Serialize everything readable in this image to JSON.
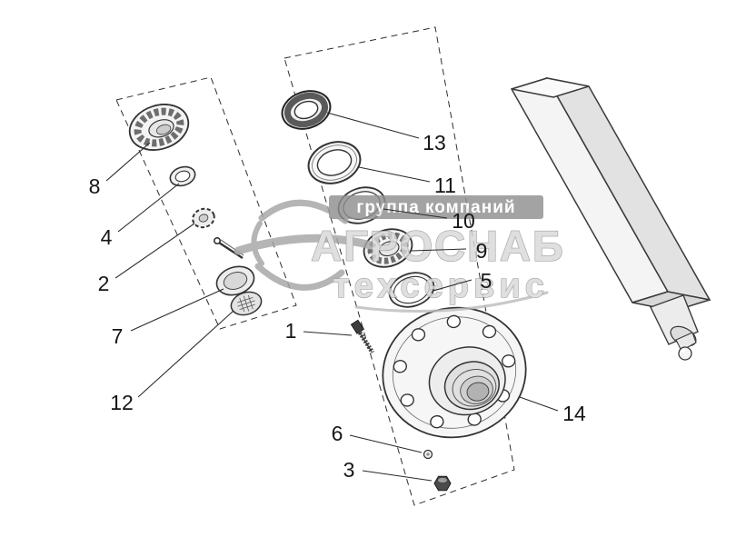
{
  "diagram": {
    "type": "exploded-parts-diagram",
    "watermark": {
      "band_text": "группа компаний",
      "title": "АГРОСНАБ",
      "subtitle": "техсервис"
    },
    "colors": {
      "line": "#2f2f2f",
      "watermark_gray": "#9b9b9b",
      "background": "#ffffff"
    },
    "parts": {
      "p1": "1",
      "p2": "2",
      "p3": "3",
      "p4": "4",
      "p5": "5",
      "p6": "6",
      "p7": "7",
      "p8": "8",
      "p9": "9",
      "p10": "10",
      "p11": "11",
      "p12": "12",
      "p13": "13",
      "p14": "14"
    }
  }
}
